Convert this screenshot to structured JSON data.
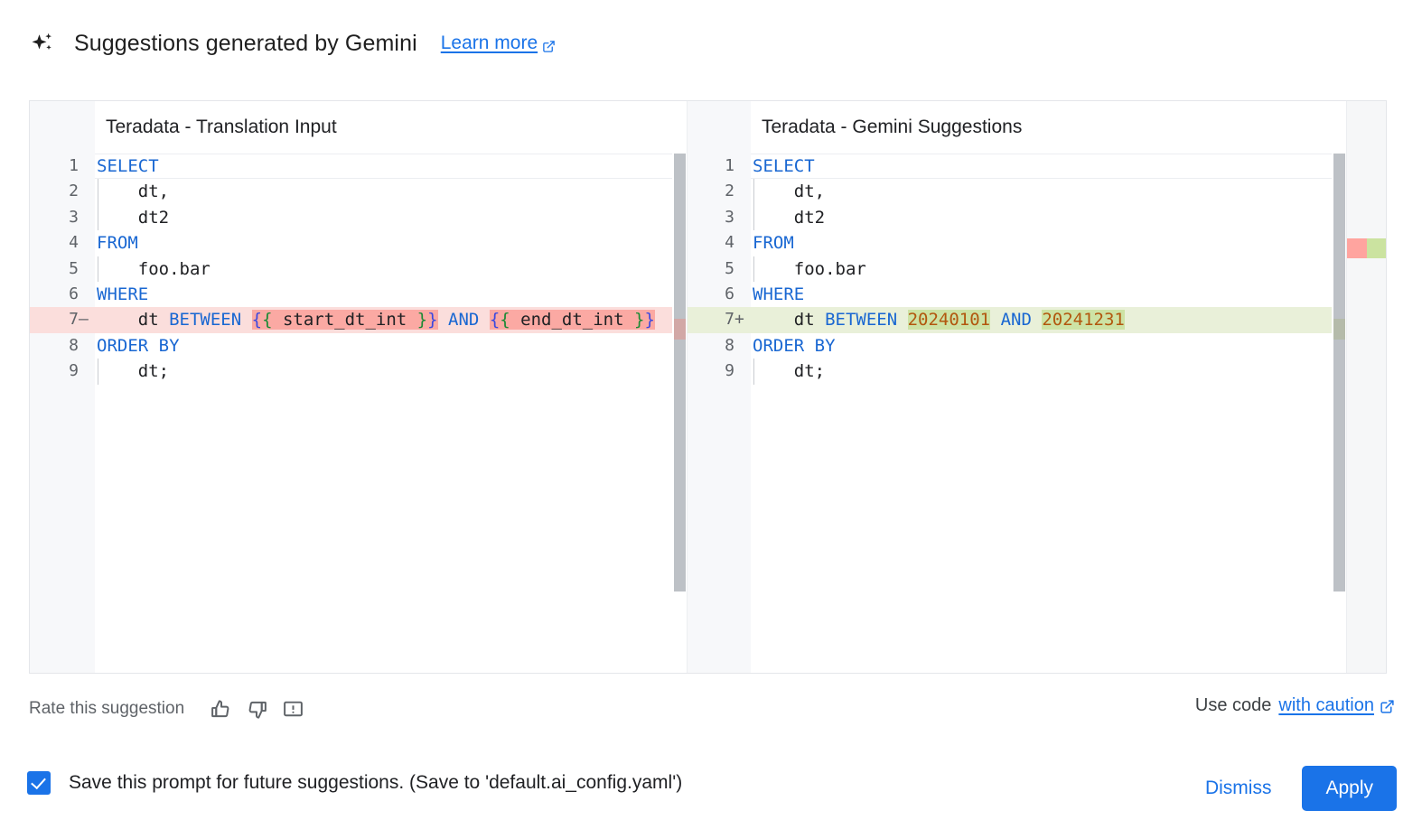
{
  "header": {
    "sparkle_icon": "sparkle-icon",
    "title": "Suggestions generated by Gemini",
    "learn_more": "Learn more",
    "external_link_icon": "external-link-icon"
  },
  "diff": {
    "left": {
      "title": "Teradata - Translation Input",
      "lines": [
        {
          "n": "1",
          "sign": "",
          "state": "current",
          "indent": false,
          "tokens": [
            {
              "t": "SELECT",
              "c": "kw"
            }
          ]
        },
        {
          "n": "2",
          "sign": "",
          "state": "normal",
          "indent": true,
          "tokens": [
            {
              "t": "    dt,",
              "c": "pln"
            }
          ]
        },
        {
          "n": "3",
          "sign": "",
          "state": "normal",
          "indent": true,
          "tokens": [
            {
              "t": "    dt2",
              "c": "pln"
            }
          ]
        },
        {
          "n": "4",
          "sign": "",
          "state": "normal",
          "indent": false,
          "tokens": [
            {
              "t": "FROM",
              "c": "kw"
            }
          ]
        },
        {
          "n": "5",
          "sign": "",
          "state": "normal",
          "indent": true,
          "tokens": [
            {
              "t": "    foo.bar",
              "c": "pln"
            }
          ]
        },
        {
          "n": "6",
          "sign": "",
          "state": "normal",
          "indent": false,
          "tokens": [
            {
              "t": "WHERE",
              "c": "kw"
            }
          ]
        },
        {
          "n": "7",
          "sign": "—",
          "state": "del",
          "indent": false,
          "tokens": [
            {
              "t": "    dt ",
              "c": "pln"
            },
            {
              "t": "BETWEEN",
              "c": "kw"
            },
            {
              "t": " ",
              "c": "pln"
            },
            {
              "t": "{",
              "c": "br1",
              "hl": "del"
            },
            {
              "t": "{",
              "c": "br2",
              "hl": "del"
            },
            {
              "t": " start_dt_int ",
              "c": "pln",
              "hl": "del"
            },
            {
              "t": "}",
              "c": "br2",
              "hl": "del"
            },
            {
              "t": "}",
              "c": "br1",
              "hl": "del"
            },
            {
              "t": " ",
              "c": "pln"
            },
            {
              "t": "AND",
              "c": "kw"
            },
            {
              "t": " ",
              "c": "pln"
            },
            {
              "t": "{",
              "c": "br1",
              "hl": "del"
            },
            {
              "t": "{",
              "c": "br2",
              "hl": "del"
            },
            {
              "t": " end_dt_int ",
              "c": "pln",
              "hl": "del"
            },
            {
              "t": "}",
              "c": "br2",
              "hl": "del"
            },
            {
              "t": "}",
              "c": "br1",
              "hl": "del"
            }
          ]
        },
        {
          "n": "8",
          "sign": "",
          "state": "normal",
          "indent": false,
          "tokens": [
            {
              "t": "ORDER BY",
              "c": "kw"
            }
          ]
        },
        {
          "n": "9",
          "sign": "",
          "state": "normal",
          "indent": true,
          "tokens": [
            {
              "t": "    dt;",
              "c": "pln"
            }
          ]
        }
      ]
    },
    "right": {
      "title": "Teradata - Gemini Suggestions",
      "lines": [
        {
          "n": "1",
          "sign": "",
          "state": "current",
          "indent": false,
          "tokens": [
            {
              "t": "SELECT",
              "c": "kw"
            }
          ]
        },
        {
          "n": "2",
          "sign": "",
          "state": "normal",
          "indent": true,
          "tokens": [
            {
              "t": "    dt,",
              "c": "pln"
            }
          ]
        },
        {
          "n": "3",
          "sign": "",
          "state": "normal",
          "indent": true,
          "tokens": [
            {
              "t": "    dt2",
              "c": "pln"
            }
          ]
        },
        {
          "n": "4",
          "sign": "",
          "state": "normal",
          "indent": false,
          "tokens": [
            {
              "t": "FROM",
              "c": "kw"
            }
          ]
        },
        {
          "n": "5",
          "sign": "",
          "state": "normal",
          "indent": true,
          "tokens": [
            {
              "t": "    foo.bar",
              "c": "pln"
            }
          ]
        },
        {
          "n": "6",
          "sign": "",
          "state": "normal",
          "indent": false,
          "tokens": [
            {
              "t": "WHERE",
              "c": "kw"
            }
          ]
        },
        {
          "n": "7",
          "sign": "+",
          "state": "add",
          "indent": false,
          "tokens": [
            {
              "t": "    dt ",
              "c": "pln"
            },
            {
              "t": "BETWEEN",
              "c": "kw"
            },
            {
              "t": " ",
              "c": "pln"
            },
            {
              "t": "20240101",
              "c": "num",
              "hl": "add"
            },
            {
              "t": " ",
              "c": "pln"
            },
            {
              "t": "AND",
              "c": "kw"
            },
            {
              "t": " ",
              "c": "pln"
            },
            {
              "t": "20241231",
              "c": "num",
              "hl": "add"
            }
          ]
        },
        {
          "n": "8",
          "sign": "",
          "state": "normal",
          "indent": false,
          "tokens": [
            {
              "t": "ORDER BY",
              "c": "kw"
            }
          ]
        },
        {
          "n": "9",
          "sign": "",
          "state": "normal",
          "indent": true,
          "tokens": [
            {
              "t": "    dt;",
              "c": "pln"
            }
          ]
        }
      ]
    }
  },
  "rate": {
    "label": "Rate this suggestion",
    "thumb_up_icon": "thumb-up-icon",
    "thumb_down_icon": "thumb-down-icon",
    "report_icon": "report-icon"
  },
  "use_code": {
    "prefix": "Use code",
    "link": "with caution",
    "external_link_icon": "external-link-icon"
  },
  "footer": {
    "save_checkbox_checked": true,
    "save_label": "Save this prompt for future suggestions. (Save to 'default.ai_config.yaml')",
    "dismiss_label": "Dismiss",
    "apply_label": "Apply"
  },
  "colors": {
    "accent_blue": "#1a73e8",
    "keyword_blue": "#1967d2",
    "number_orange": "#b2570e",
    "diff_delete_line": "#fbdedc",
    "diff_delete_word": "#fba9a3",
    "diff_add_line": "#e9f0d9",
    "diff_add_word": "#cde3a5",
    "ruler_delete_marker": "#ffa49f",
    "ruler_add_marker": "#cbe3a0",
    "scrollbar_thumb": "#bdc1c6"
  }
}
